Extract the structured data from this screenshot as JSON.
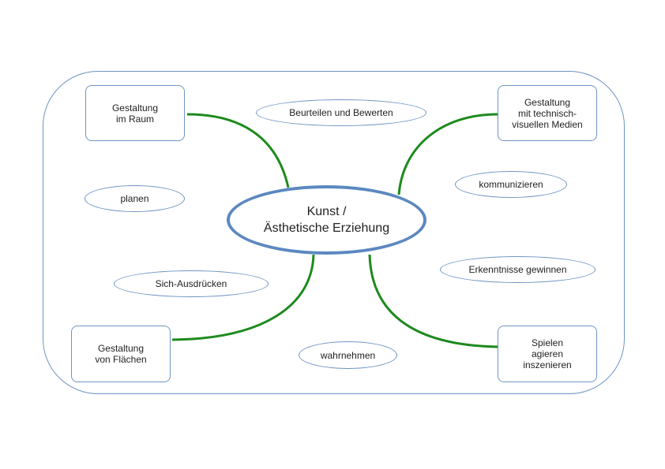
{
  "center": {
    "line1": "Kunst /",
    "line2": "Ästhetische Erziehung"
  },
  "boxes": {
    "raum": "Gestaltung\nim Raum",
    "medien": "Gestaltung\nmit technisch-\nvisuellen Medien",
    "flaechen": "Gestaltung\nvon Flächen",
    "spielen": "Spielen\nagieren\ninszenieren"
  },
  "ovals": {
    "beurteilen": "Beurteilen und Bewerten",
    "planen": "planen",
    "kommunizieren": "kommunizieren",
    "ausdruecken": "Sich-Ausdrücken",
    "erkenntnisse": "Erkenntnisse gewinnen",
    "wahrnehmen": "wahrnehmen"
  },
  "colors": {
    "connector": "#1e8a1e",
    "outline": "#6f95c4",
    "center_outline": "#5b88c0"
  }
}
